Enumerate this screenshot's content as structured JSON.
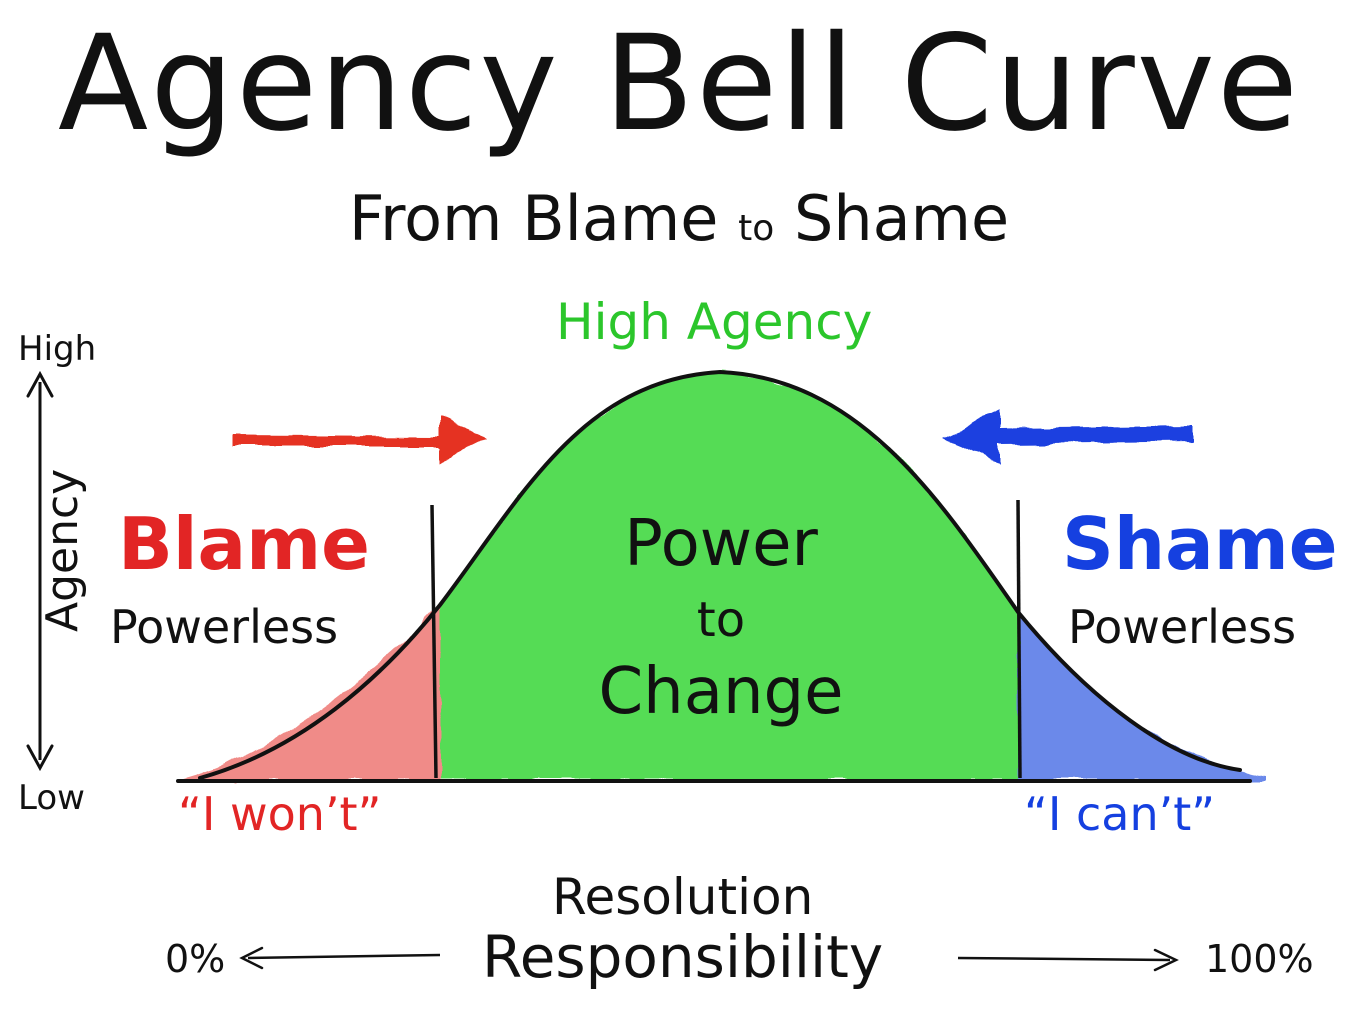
{
  "title": "Agency Bell Curve",
  "subtitle": {
    "part1": "From Blame",
    "connector": "to",
    "part2": "Shame"
  },
  "y_axis": {
    "label": "Agency",
    "high": "High",
    "low": "Low"
  },
  "x_axis": {
    "line1": "Resolution",
    "line2": "Responsibility",
    "min": "0%",
    "max": "100%"
  },
  "peak_label": "High Agency",
  "left_zone": {
    "word": "Blame",
    "sub": "Powerless",
    "quote": "“I won’t”",
    "color": "#e22525",
    "fill": "#ef8a86"
  },
  "center_zone": {
    "line1": "Power",
    "line2": "to",
    "line3": "Change",
    "color": "#2bc62b",
    "fill": "#4fe04f"
  },
  "right_zone": {
    "word": "Shame",
    "sub": "Powerless",
    "quote": "“I can’t”",
    "color": "#1540e0",
    "fill": "#6f89ee"
  },
  "arrows": {
    "left_arrow": "arrow-right-icon",
    "right_arrow": "arrow-left-icon"
  }
}
